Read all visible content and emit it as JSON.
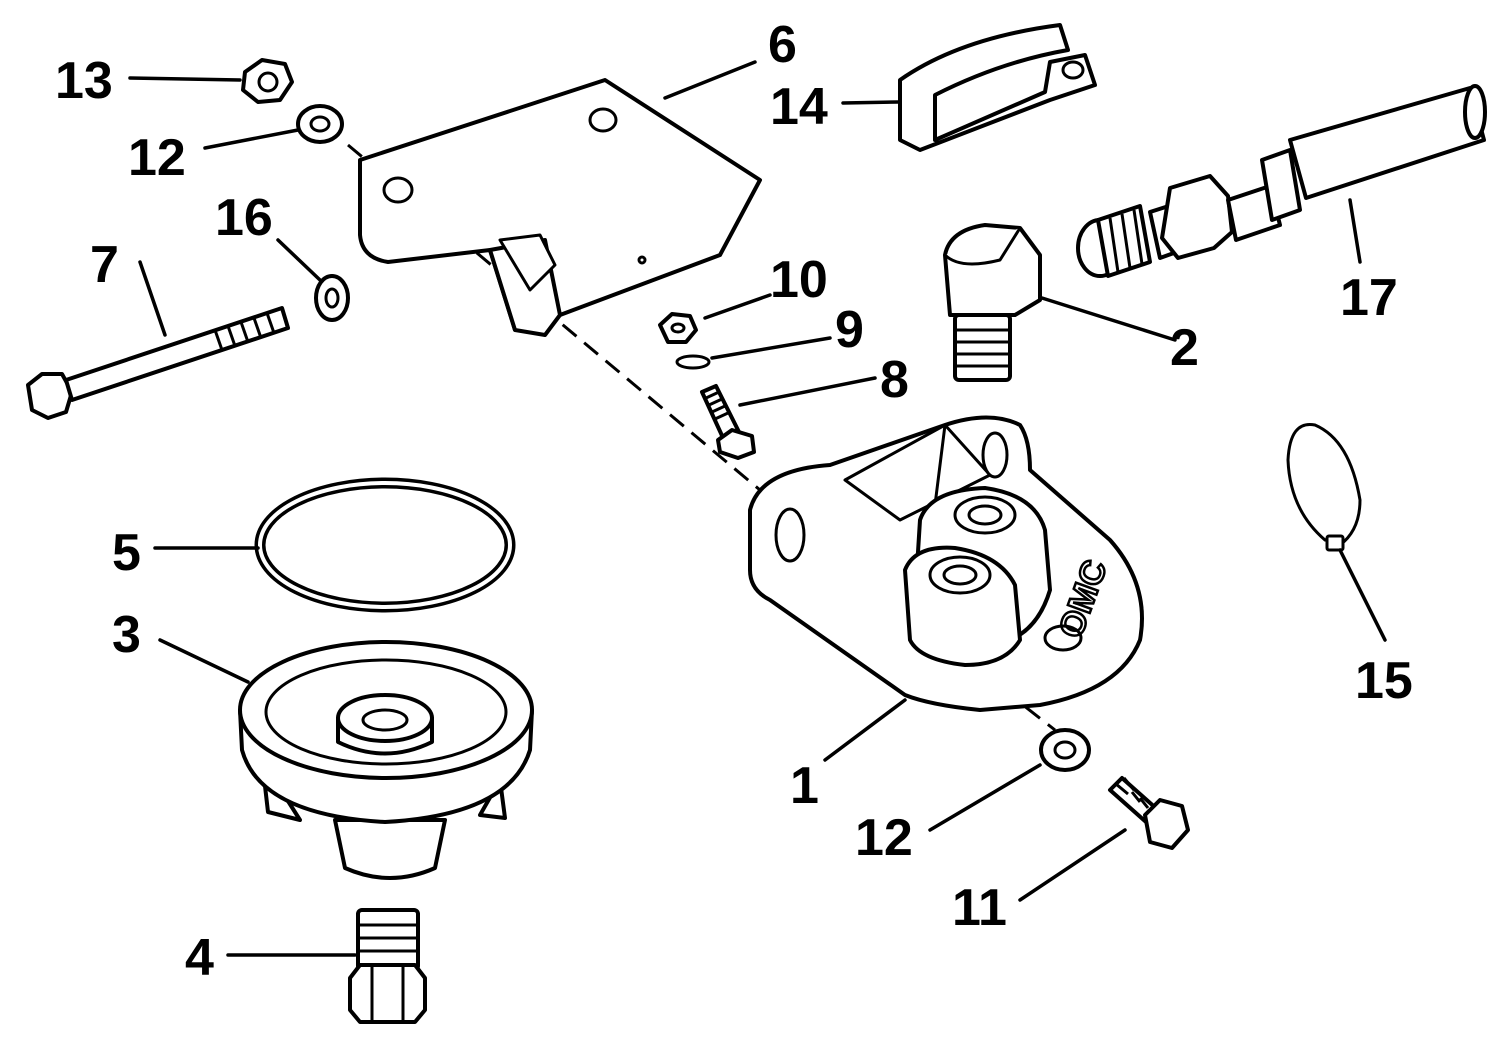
{
  "callouts": {
    "c1": "1",
    "c2": "2",
    "c3": "3",
    "c4": "4",
    "c5": "5",
    "c6": "6",
    "c7": "7",
    "c8": "8",
    "c9": "9",
    "c10": "10",
    "c11": "11",
    "c12a": "12",
    "c12b": "12",
    "c13": "13",
    "c14": "14",
    "c15": "15",
    "c16": "16",
    "c17": "17"
  },
  "parts_stamp": "OMC"
}
